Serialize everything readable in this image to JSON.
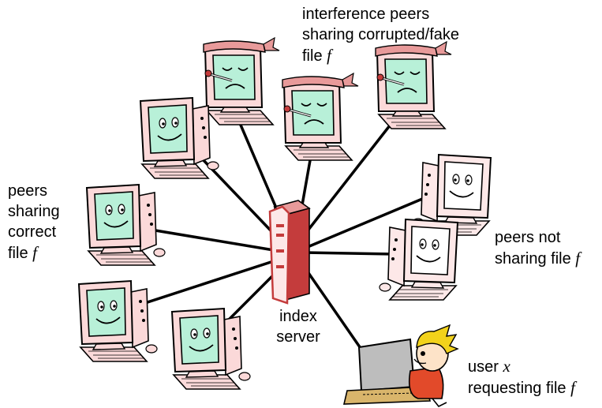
{
  "labels": {
    "top": {
      "line1": "interference peers",
      "line2": "sharing corrupted/fake",
      "line3": "file",
      "var": "f"
    },
    "left": {
      "line1": "peers",
      "line2": "sharing",
      "line3": "correct",
      "line4": "file",
      "var": "f"
    },
    "right": {
      "line1": "peers not",
      "line2": "sharing file",
      "var": "f"
    },
    "server": {
      "line1": "index",
      "line2": "server"
    },
    "user": {
      "line1": "user",
      "var1": "x",
      "line2": "requesting file",
      "var2": "f"
    }
  },
  "colors": {
    "screen_green": "#b8f0d8",
    "screen_pink": "#fde8e8",
    "body_pink": "#fbd9d9",
    "server_red": "#c43c3c",
    "bandage_red": "#e89a9a",
    "user_hair": "#f2d21b",
    "link": "#000000"
  },
  "nodes": [
    {
      "group": "interference",
      "icon": "sick-computer-icon"
    },
    {
      "group": "interference",
      "icon": "sick-computer-icon"
    },
    {
      "group": "interference",
      "icon": "sick-computer-icon"
    },
    {
      "group": "correct",
      "icon": "happy-computer-icon"
    },
    {
      "group": "correct",
      "icon": "happy-computer-icon"
    },
    {
      "group": "correct",
      "icon": "happy-computer-icon"
    },
    {
      "group": "correct",
      "icon": "happy-computer-icon"
    },
    {
      "group": "not-sharing",
      "icon": "pale-computer-icon"
    },
    {
      "group": "not-sharing",
      "icon": "pale-computer-icon"
    },
    {
      "group": "requester",
      "icon": "user-at-computer-icon"
    }
  ]
}
